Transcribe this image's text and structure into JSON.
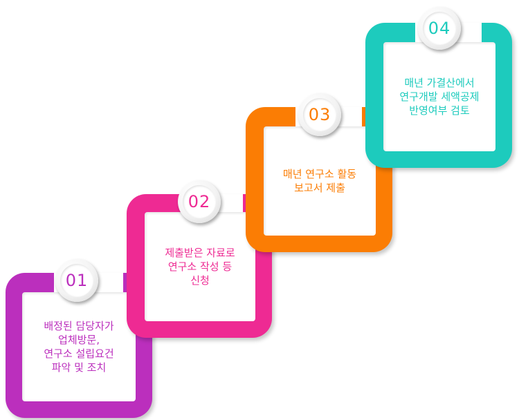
{
  "steps": [
    {
      "number": "01",
      "text": "배정된 담당자가\n업체방문,\n연구소 설립요건\n파악 및 조치",
      "color": "#bb2fbd"
    },
    {
      "number": "02",
      "text": "제출받은 자료로\n연구소 작성 등\n신청",
      "color": "#ee2a93"
    },
    {
      "number": "03",
      "text": "매년 연구소 활동\n보고서 제출",
      "color": "#fb7d04"
    },
    {
      "number": "04",
      "text": "매년 가결산에서\n연구개발  세액공제\n반영여부 검토",
      "color": "#1dcbbd"
    }
  ]
}
